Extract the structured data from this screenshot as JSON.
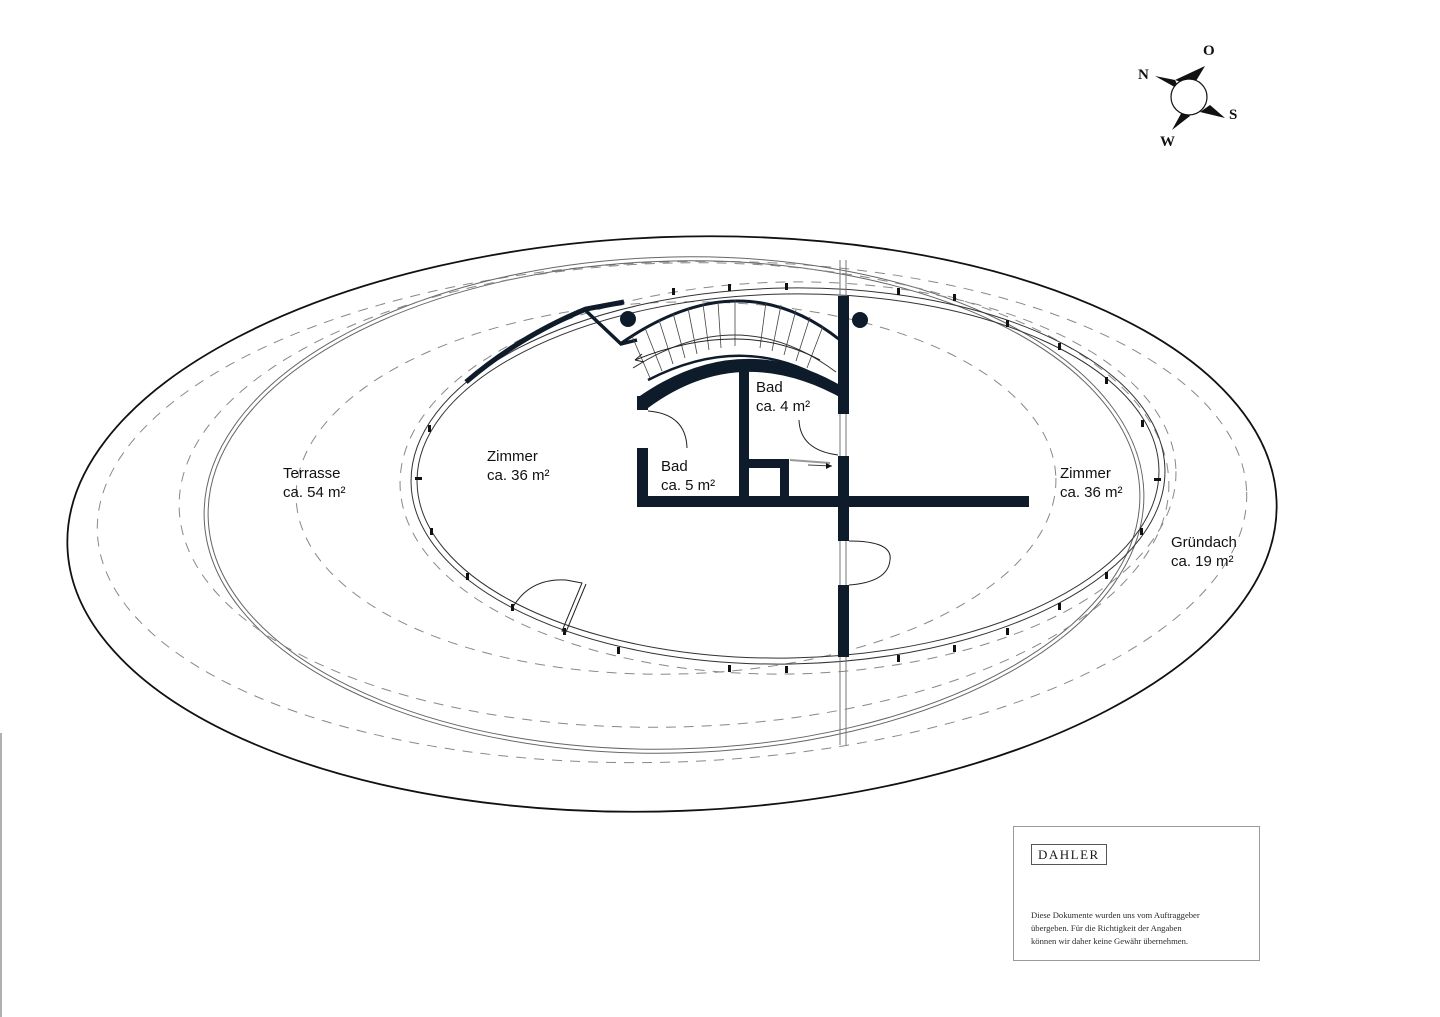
{
  "colors": {
    "wall": "#0d1b2a",
    "line": "#111111",
    "thin_line": "#555555",
    "dashed": "#888888",
    "background": "#ffffff"
  },
  "compass": {
    "north": "N",
    "east": "O",
    "south": "S",
    "west": "W"
  },
  "rooms": [
    {
      "name": "Terrasse",
      "area": "ca. 54 m²"
    },
    {
      "name": "Zimmer",
      "area": "ca. 36 m²"
    },
    {
      "name": "Bad",
      "area": "ca. 5 m²"
    },
    {
      "name": "Bad",
      "area": "ca. 4 m²"
    },
    {
      "name": "Zimmer",
      "area": "ca. 36 m²"
    },
    {
      "name": "Gründach",
      "area": "ca. 19 m²"
    }
  ],
  "info_box": {
    "brand": "DAHLER",
    "disclaimer_lines": [
      "Diese Dokumente wurden uns vom Auftraggeber",
      "übergeben. Für die Richtigkeit der Angaben",
      "können wir daher keine Gewähr übernehmen."
    ]
  }
}
